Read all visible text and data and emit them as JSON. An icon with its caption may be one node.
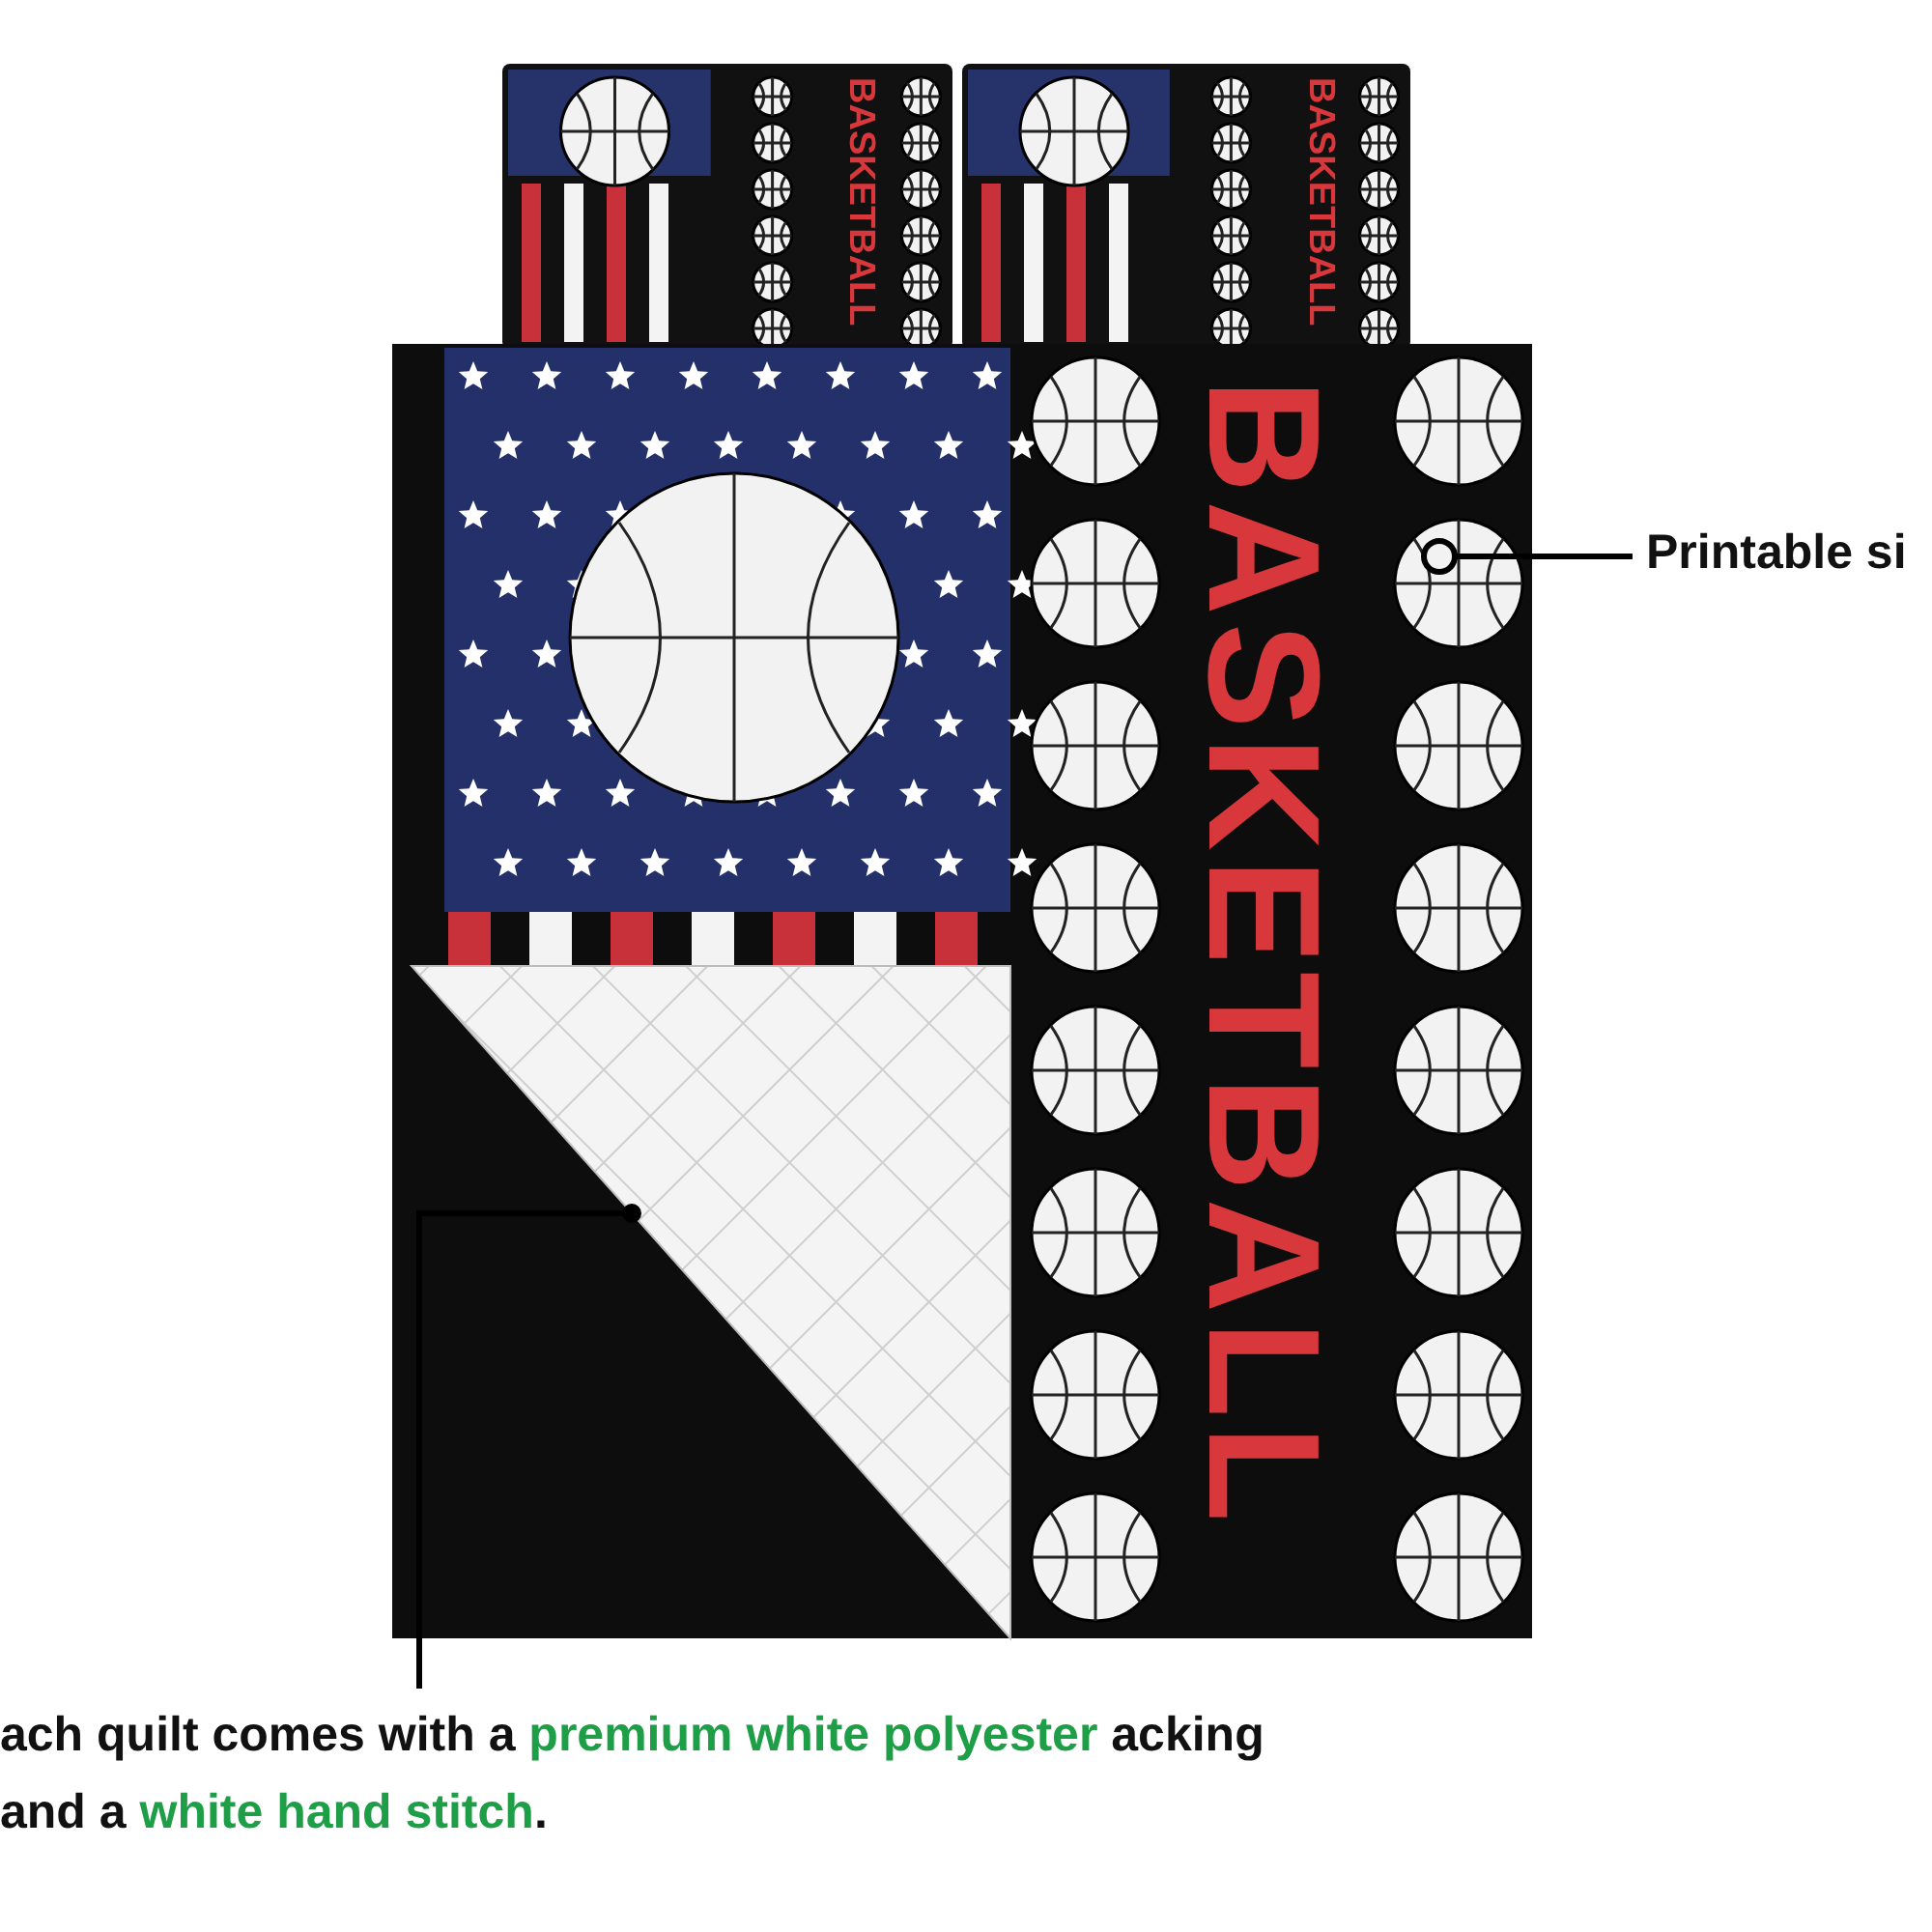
{
  "diagram": {
    "nodes": [
      {
        "text": [
          "Printable si"
        ]
      },
      {
        "text": [],
        "shape": "circle"
      },
      {
        "text": [],
        "shape": "picture"
      },
      {
        "text": [
          "ach quilt comes with a **premium white polyester** acking and a **white hand stitch**."
        ]
      }
    ],
    "edges": [
      {
        "from": 0,
        "to": 1,
        "arrow": "none"
      },
      {
        "from": 3,
        "to": 2,
        "arrow": "other"
      }
    ],
    "labels": [
      "BASKETBALL",
      "BASKETBALL",
      "BASKETBALL"
    ]
  }
}
